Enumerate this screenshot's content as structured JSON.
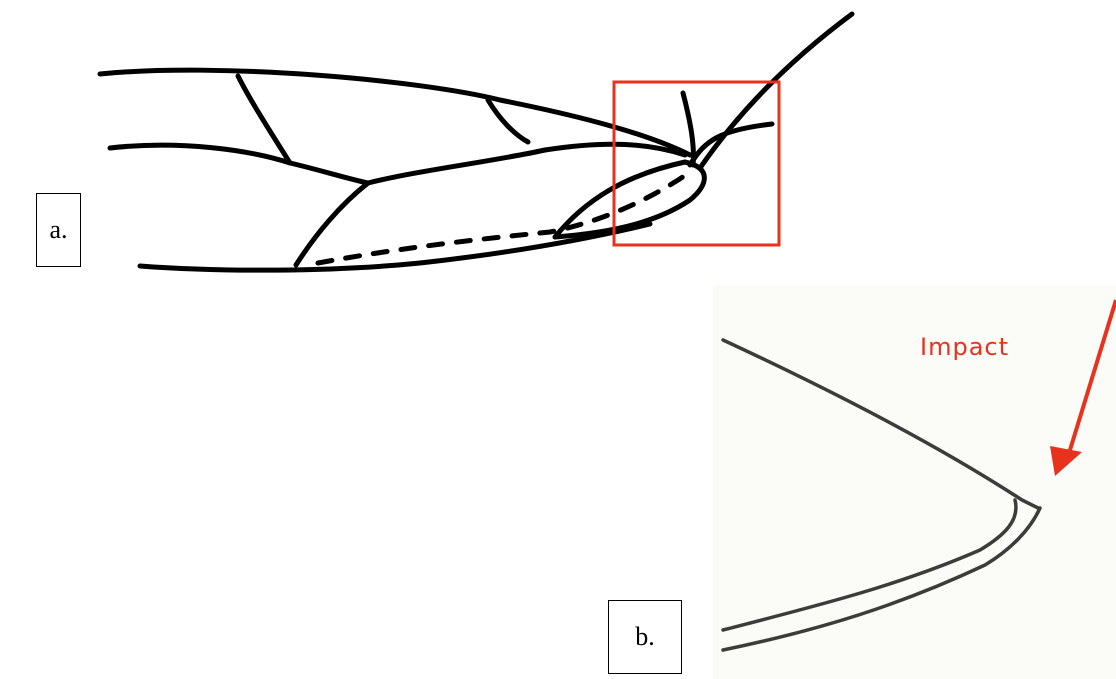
{
  "panels": [
    {
      "id": "a",
      "label": "a."
    },
    {
      "id": "b",
      "label": "b."
    }
  ],
  "annotation": {
    "text": "Impact",
    "color": "#e8321e"
  },
  "highlight_color": "#e8321e",
  "ink_color": "#000000",
  "inset_ink_color": "#3c3c3c",
  "inset_background": "#fbfbf8"
}
